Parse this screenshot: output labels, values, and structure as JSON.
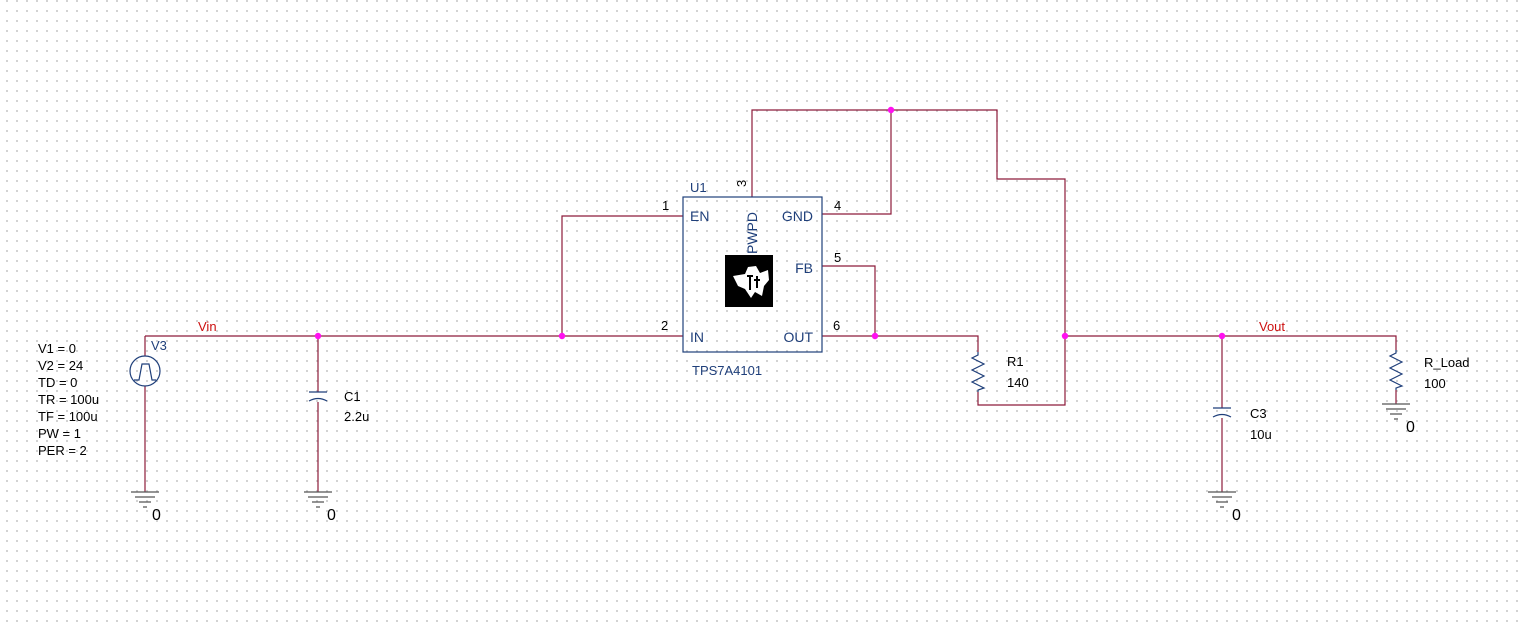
{
  "ic": {
    "refdes": "U1",
    "part": "TPS7A4101",
    "pins": {
      "en": {
        "name": "EN",
        "num": "1"
      },
      "in": {
        "name": "IN",
        "num": "2"
      },
      "pwpd": {
        "name": "PWPD",
        "num": "3"
      },
      "gnd": {
        "name": "GND",
        "num": "4"
      },
      "fb": {
        "name": "FB",
        "num": "5"
      },
      "out": {
        "name": "OUT",
        "num": "6"
      }
    }
  },
  "source": {
    "refdes": "V3",
    "params": [
      "V1 = 0",
      "V2 = 24",
      "TD = 0",
      "TR = 100u",
      "TF = 100u",
      "PW = 1",
      "PER = 2"
    ]
  },
  "c1": {
    "refdes": "C1",
    "value": "2.2u"
  },
  "c3": {
    "refdes": "C3",
    "value": "10u"
  },
  "r1": {
    "refdes": "R1",
    "value": "140"
  },
  "rload": {
    "refdes": "R_Load",
    "value": "100"
  },
  "nets": {
    "vin": "Vin",
    "vout": "Vout"
  },
  "ground_label": "0",
  "colors": {
    "wire": "#8c1a3a",
    "device": "#1f3f7a",
    "junction": "#ff10f0",
    "net_label": "#cc1010"
  }
}
